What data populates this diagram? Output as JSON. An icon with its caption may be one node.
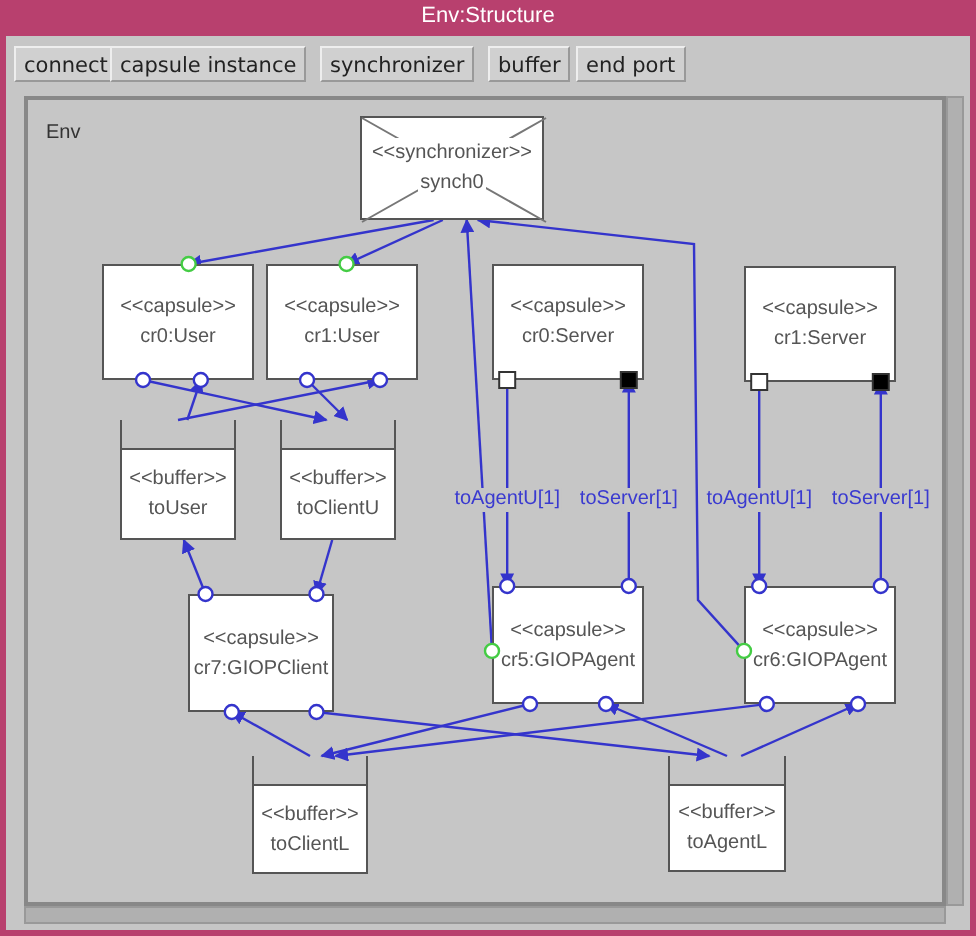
{
  "diagram": {
    "title": "Env:Structure",
    "nodes": [
      {
        "text": [
          "Env"
        ]
      },
      {
        "text": [
          "<<synchronizer>>",
          "synch0"
        ],
        "in": 0
      },
      {
        "text": [
          "<<capsule>>",
          "cr0:User"
        ],
        "in": 0
      },
      {
        "text": [
          "<<capsule>>",
          "cr1:User"
        ],
        "in": 0
      },
      {
        "text": [
          "<<capsule>>",
          "cr0:Server"
        ],
        "in": 0
      },
      {
        "text": [
          "<<capsule>>",
          "cr1:Server"
        ],
        "in": 0
      },
      {
        "text": [
          "<<buffer>>",
          "toUser"
        ],
        "in": 0
      },
      {
        "text": [
          "<<buffer>>",
          "toClientU"
        ],
        "in": 0
      },
      {
        "text": [
          "<<capsule>>",
          "cr7:GIOPClient"
        ],
        "in": 0
      },
      {
        "text": [
          "<<capsule>>",
          "cr5:GIOPAgent"
        ],
        "in": 0
      },
      {
        "text": [
          "<<capsule>>",
          "cr6:GIOPAgent"
        ],
        "in": 0
      },
      {
        "text": [
          "<<buffer>>",
          "toClientL"
        ],
        "in": 0
      },
      {
        "text": [
          "<<buffer>>",
          "toAgentL"
        ],
        "in": 0
      }
    ],
    "edges": [
      {
        "from": 1,
        "to": 2,
        "arrow": "to"
      },
      {
        "from": 1,
        "to": 3,
        "arrow": "to"
      },
      {
        "from": 9,
        "to": 1,
        "arrow": "to"
      },
      {
        "from": 10,
        "to": 1,
        "arrow": "to"
      },
      {
        "from": 2,
        "to": 7,
        "arrow": "to"
      },
      {
        "from": 6,
        "to": 3,
        "arrow": "to"
      },
      {
        "from": 8,
        "to": 6,
        "arrow": "to"
      },
      {
        "from": 6,
        "to": 2,
        "arrow": "to"
      },
      {
        "from": 3,
        "to": 7,
        "arrow": "to"
      },
      {
        "from": 7,
        "to": 8,
        "arrow": "to"
      },
      {
        "from": 4,
        "to": 9,
        "arrow": "to",
        "label": "toAgentU[1]"
      },
      {
        "from": 9,
        "to": 4,
        "arrow": "to",
        "label": "toServer[1]"
      },
      {
        "from": 5,
        "to": 10,
        "arrow": "to",
        "label": "toAgentU[1]"
      },
      {
        "from": 10,
        "to": 5,
        "arrow": "to",
        "label": "toServer[1]"
      },
      {
        "from": 11,
        "to": 8,
        "arrow": "to"
      },
      {
        "from": 8,
        "to": 12,
        "arrow": "to"
      },
      {
        "from": 9,
        "to": 11,
        "arrow": "to"
      },
      {
        "from": 12,
        "to": 9,
        "arrow": "to"
      },
      {
        "from": 10,
        "to": 11,
        "arrow": "to"
      },
      {
        "from": 12,
        "to": 10,
        "arrow": "to"
      }
    ],
    "labels": [
      "connect",
      "capsule instance",
      "synchronizer",
      "buffer",
      "end port"
    ]
  }
}
